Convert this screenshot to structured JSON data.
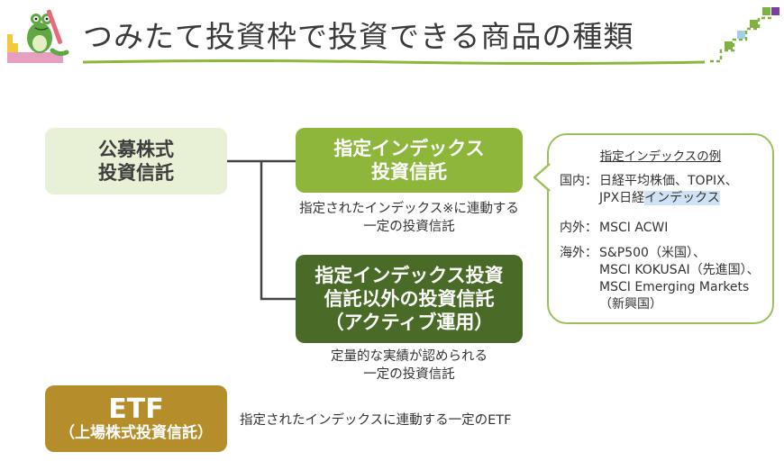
{
  "title": "つみたて投資枠で投資できる商品の種類",
  "colors": {
    "green_light": "#e8f1d6",
    "green": "#8db63b",
    "green_dark": "#4a6b27",
    "gold": "#b58d2a",
    "highlight": "#cfe3f5"
  },
  "boxes": {
    "kobo": [
      "公募株式",
      "投資信託"
    ],
    "shitei": [
      "指定インデックス",
      "投資信託"
    ],
    "active": [
      "指定インデックス投資",
      "信託以外の投資信託",
      "（アクティブ運用）"
    ],
    "etf_main": "ETF",
    "etf_sub": "（上場株式投資信託）"
  },
  "descriptions": {
    "shitei": [
      "指定されたインデックス※に連動する",
      "一定の投資信託"
    ],
    "active": [
      "定量的な実績が認められる",
      "一定の投資信託"
    ],
    "etf": "指定されたインデックスに連動する一定のETF"
  },
  "examples": {
    "heading": "指定インデックスの例",
    "domestic_label": "国内：",
    "domestic_line1": "日経平均株価、TOPIX、",
    "domestic_line2_prefix": "JPX日経",
    "domestic_line2_highlight": "インデックス",
    "inout_label": "内外：",
    "inout": "MSCI ACWI",
    "foreign_label": "海外：",
    "foreign_line1": "S&P500（米国）、",
    "foreign_line2": "MSCI KOKUSAI（先進国）、",
    "foreign_line3": "MSCI Emerging Markets",
    "foreign_line4": "（新興国）"
  }
}
